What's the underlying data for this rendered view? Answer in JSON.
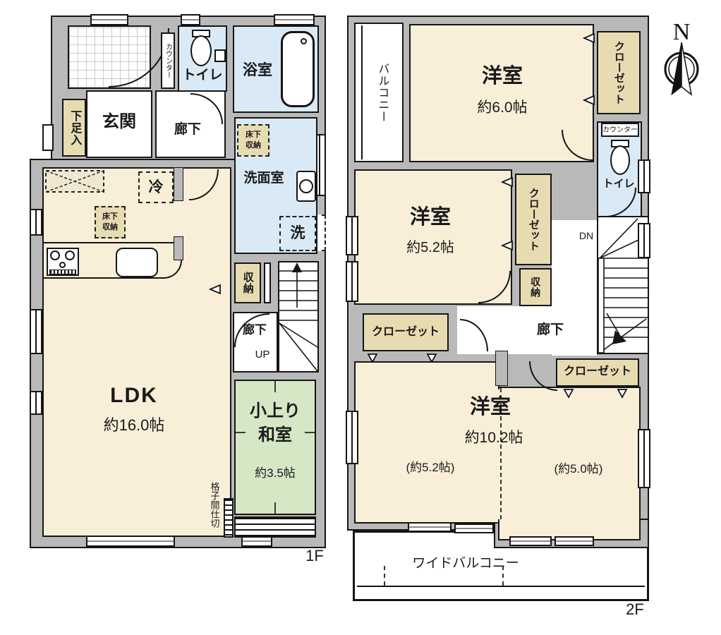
{
  "floor1": {
    "label": "1F",
    "entrance": "玄関",
    "shoe_storage": "下足入",
    "counter": "カウンター",
    "toilet": "トイレ",
    "bath": "浴室",
    "hallway_upper": "廊下",
    "washroom": "洗面室",
    "underfloor_storage_washroom": "床下\n収納",
    "laundry": "洗",
    "refrigerator": "冷",
    "underfloor_storage_ldk": "床下\n収納",
    "ldk": "LDK",
    "ldk_size": "約16.0帖",
    "storage": "収納",
    "hallway_lower": "廊下",
    "stairs_up": "UP",
    "tatami_room": "小上り\n和室",
    "tatami_size": "約3.5帖",
    "lattice_partition": "格子間仕切"
  },
  "floor2": {
    "label": "2F",
    "balcony": "バルコニー",
    "bedroom1": "洋室",
    "bedroom1_size": "約6.0帖",
    "closet_top": "クローゼット",
    "counter": "カウンター",
    "toilet": "トイレ",
    "bedroom2": "洋室",
    "bedroom2_size": "約5.2帖",
    "closet_mid": "クローゼット",
    "storage": "収納",
    "stairs_down": "DN",
    "hallway": "廊下",
    "closet_left": "クローゼット",
    "closet_right": "クローゼット",
    "bedroom3": "洋室",
    "bedroom3_size": "約10.2帖",
    "bedroom3_left_size": "(約5.2帖)",
    "bedroom3_right_size": "(約5.0帖)",
    "wide_balcony": "ワイドバルコニー"
  },
  "compass": {
    "north": "N"
  },
  "colors": {
    "wall_gray": "#b9b9b9",
    "outline": "#151515",
    "room_cream": "#f9efd9",
    "water_blue": "#d9eaf6",
    "tatami_green": "#d6e7c6",
    "closet_tan": "#e7dbb2",
    "floor_white": "#ffffff"
  }
}
